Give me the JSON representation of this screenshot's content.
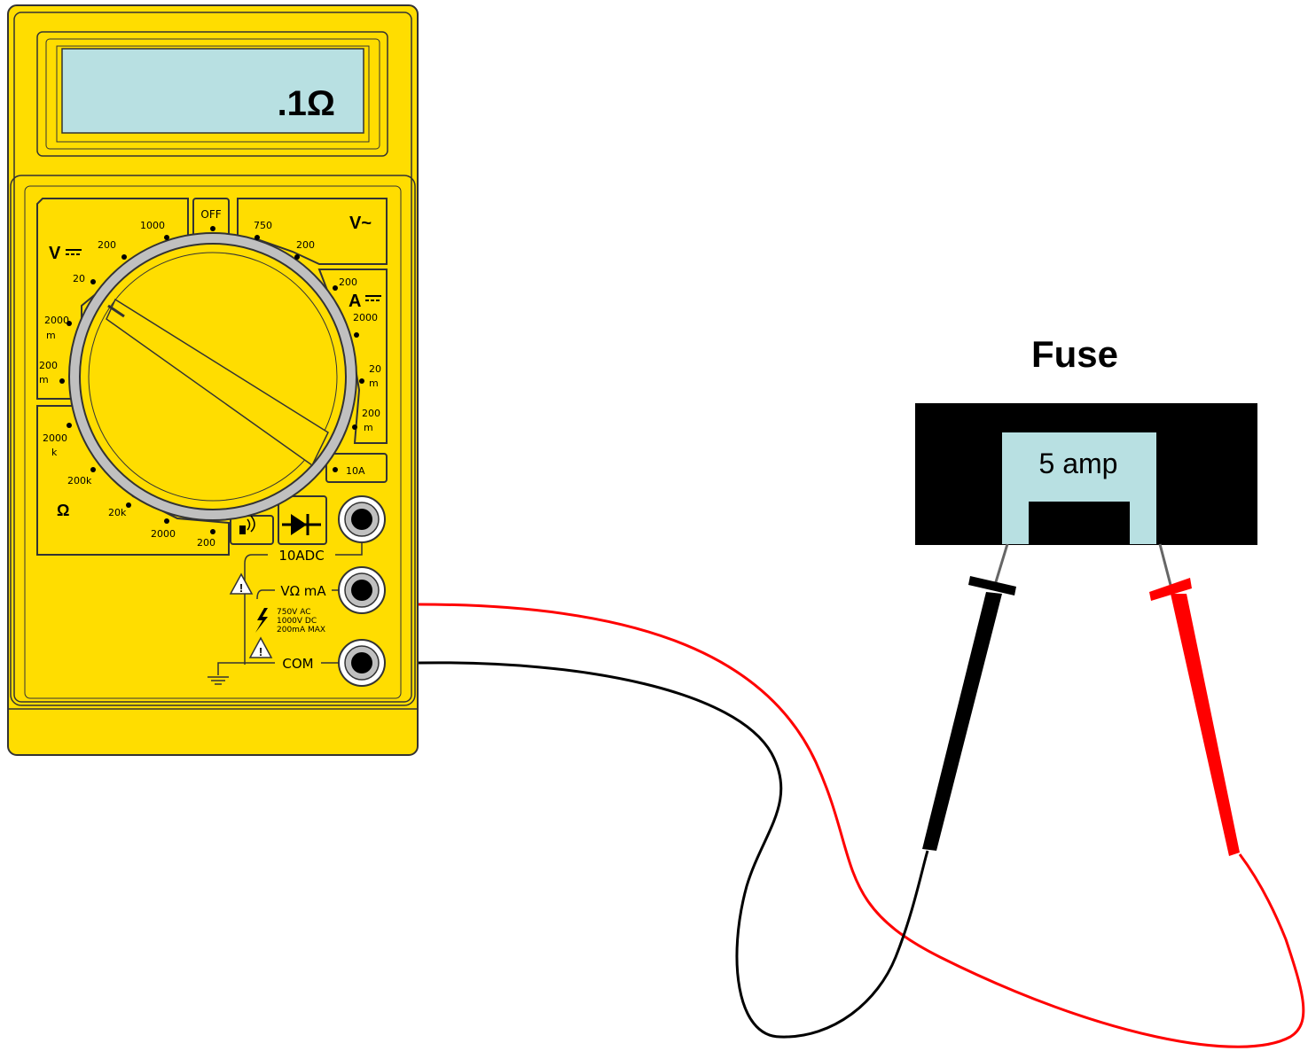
{
  "meter": {
    "display": ".1Ω",
    "off_label": "OFF",
    "dc_volts": {
      "symbol": "V",
      "ranges": [
        "1000",
        "200",
        "20",
        "2000",
        "m",
        "200",
        "m"
      ]
    },
    "ac_volts": {
      "symbol": "V~",
      "ranges": [
        "750",
        "200"
      ]
    },
    "dc_amps": {
      "symbol": "A",
      "ranges": [
        "200",
        "2000",
        "20",
        "m",
        "200",
        "m"
      ]
    },
    "amp_10": "10A",
    "ohms": {
      "symbol": "Ω",
      "ranges": [
        "2000",
        "k",
        "200k",
        "20k",
        "2000",
        "200"
      ]
    },
    "jacks": {
      "top": "10ADC",
      "mid": "VΩ mA",
      "bottom": "COM",
      "rating_lines": [
        "750V AC",
        "1000V DC",
        "200mA MAX"
      ]
    },
    "colors": {
      "body": "#ffdd00",
      "outline": "#333333",
      "lcd": "#b8e0e2"
    }
  },
  "fuse": {
    "title": "Fuse",
    "rating": "5 amp",
    "colors": {
      "housing": "#000000",
      "element": "#b8e0e2"
    }
  },
  "leads": {
    "colors": {
      "positive": "#ff0000",
      "negative": "#000000"
    }
  }
}
